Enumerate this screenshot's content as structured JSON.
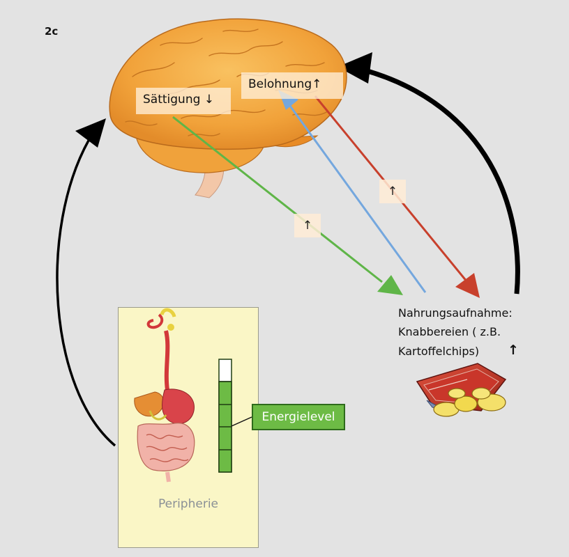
{
  "figure_id": "2c",
  "brain": {
    "satiety_label": "Sättigung ↓",
    "reward_label": "Belohnung↑"
  },
  "arrows": {
    "green_marker": "↑",
    "red_marker": "↑",
    "food_up": "↑"
  },
  "food": {
    "line1": "Nahrungsaufnahme:",
    "line2": "Knabbereien ( z.B.",
    "line3": "Kartoffelchips)"
  },
  "periphery": {
    "label": "Peripherie",
    "energy_label": "Energielevel",
    "energy_level": 0.8
  },
  "colors": {
    "green": "#5fb548",
    "blue": "#74a7de",
    "red": "#c8402c",
    "black": "#000000"
  }
}
